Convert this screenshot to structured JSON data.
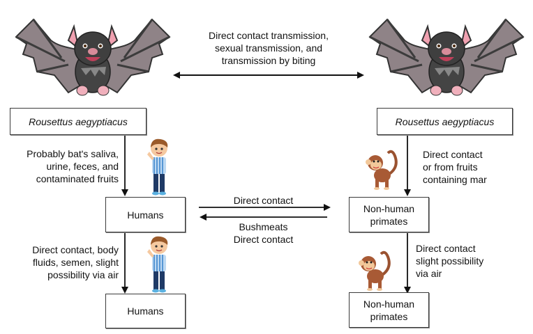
{
  "top": {
    "caption_lines": [
      "Direct contact transmission,",
      "sexual transmission, and",
      "transmission by biting"
    ]
  },
  "left": {
    "species_box": "Rousettus aegyptiacus",
    "edge1_lines": [
      "Probably bat's saliva,",
      "urine, feces, and",
      "contaminated fruits"
    ],
    "humans_box_1": "Humans",
    "edge2_lines": [
      "Direct contact, body",
      "fluids, semen, slight",
      "possibility via air"
    ],
    "humans_box_2": "Humans"
  },
  "right": {
    "species_box": "Rousettus aegyptiacus",
    "edge1_lines": [
      "Direct contact",
      "or from fruits",
      "containing mar"
    ],
    "primates_box_1": [
      "Non-human",
      "primates"
    ],
    "edge2_lines": [
      "Direct contact",
      "slight possibility",
      "via air"
    ],
    "primates_box_2": [
      "Non-human",
      "primates"
    ]
  },
  "middle": {
    "arrow_right_label": "Direct contact",
    "arrow_left_label_lines": [
      "Bushmeats",
      "Direct contact"
    ]
  },
  "illustrations": {
    "bat": "bat-icon",
    "boy": "boy-icon",
    "monkey": "monkey-icon"
  }
}
